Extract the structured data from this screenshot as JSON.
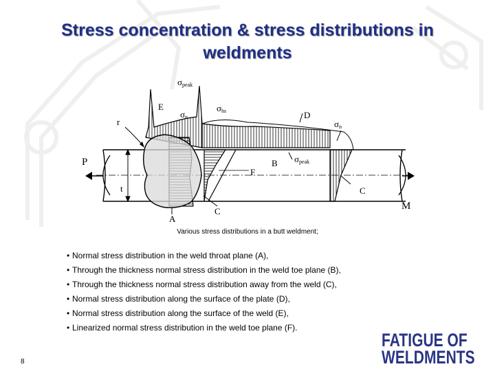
{
  "title": {
    "line1": "Stress concentration & stress distributions in",
    "line2": "weldments"
  },
  "diagram": {
    "labels": {
      "sigma_peak_top": "σ",
      "sigma_peak_top_sub": "peak",
      "E": "E",
      "sigma_n_left": "σ",
      "sigma_n_left_sub": "n",
      "sigma_hs": "σ",
      "sigma_hs_sub": "hs",
      "D": "D",
      "sigma_n_right": "σ",
      "sigma_n_right_sub": "n",
      "r": "r",
      "P": "P",
      "B": "B",
      "sigma_peak_mid": "σ",
      "sigma_peak_mid_sub": "peak",
      "F": "F",
      "t": "t",
      "C_right": "C",
      "C_bottom": "C",
      "A": "A",
      "M": "M"
    }
  },
  "caption": "Various stress distributions in a butt weldment;",
  "bullets": [
    "Normal stress distribution in the weld throat plane (A),",
    "Through the thickness normal stress distribution in the weld toe plane (B),",
    "Through the thickness normal stress distribution away from the weld (C),",
    "Normal stress distribution along the surface of the plate (D),",
    "Normal stress distribution along the surface of the weld (E),",
    "Linearized normal stress distribution in the weld toe plane (F)."
  ],
  "bullet_symbol": "•",
  "page_number": "8",
  "logo": {
    "line1": "FATIGUE OF",
    "line2": "WELDMENTS"
  },
  "colors": {
    "title": "#1f2f86",
    "logo": "#2a3584",
    "weld_fill": "#d9d9d9",
    "watermark": "#f2f2f2"
  }
}
